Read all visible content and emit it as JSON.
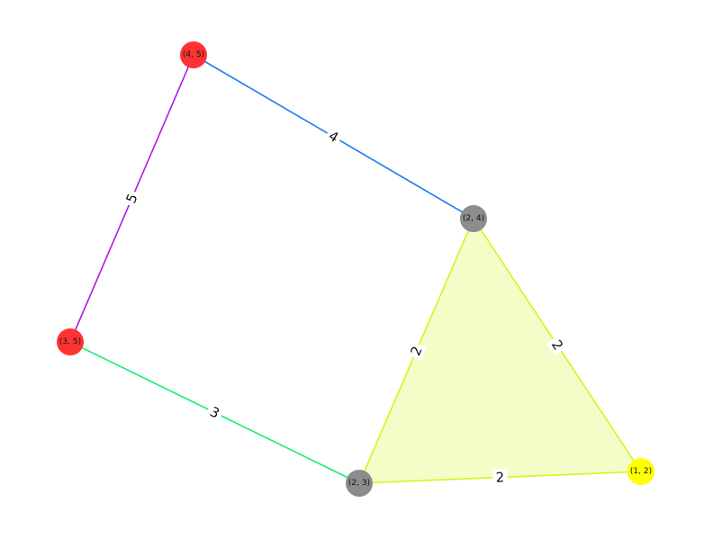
{
  "graph": {
    "nodes": [
      {
        "id": "n45",
        "label": "(4, 5)",
        "color": "#ff3333"
      },
      {
        "id": "n35",
        "label": "(3, 5)",
        "color": "#ff3333"
      },
      {
        "id": "n24",
        "label": "(2, 4)",
        "color": "#8c8c8c"
      },
      {
        "id": "n23",
        "label": "(2, 3)",
        "color": "#8c8c8c"
      },
      {
        "id": "n12",
        "label": "(1, 2)",
        "color": "#ffff00"
      }
    ],
    "edges": [
      {
        "from": "n45",
        "to": "n24",
        "weight": "4",
        "color": "#1a7cf5"
      },
      {
        "from": "n45",
        "to": "n35",
        "weight": "5",
        "color": "#b41ae6"
      },
      {
        "from": "n35",
        "to": "n23",
        "weight": "3",
        "color": "#1aee6e"
      },
      {
        "from": "n24",
        "to": "n23",
        "weight": "2",
        "color": "#d4f51a"
      },
      {
        "from": "n24",
        "to": "n12",
        "weight": "2",
        "color": "#d4f51a"
      },
      {
        "from": "n23",
        "to": "n12",
        "weight": "2",
        "color": "#d4f51a"
      }
    ],
    "highlight_region": {
      "nodes": [
        "n24",
        "n12",
        "n23"
      ],
      "fill": "#f4fdc8"
    }
  }
}
